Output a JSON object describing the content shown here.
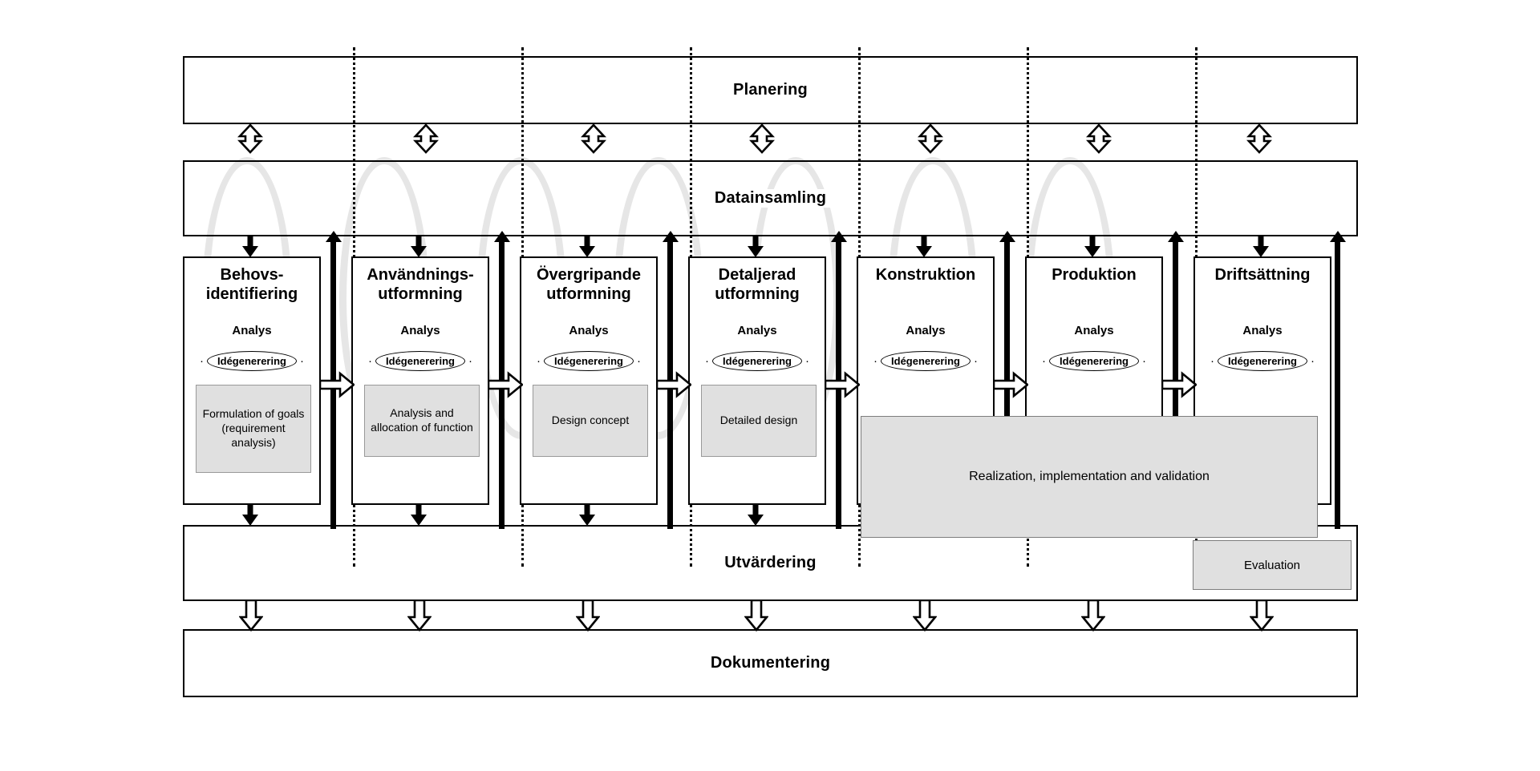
{
  "diagram": {
    "title": "Systems design process model (Swedish phases)",
    "accent_grey": "#e0e0e0",
    "arc_grey": "#e6e6e6",
    "line_color": "#000000"
  },
  "bands": [
    {
      "id": "planering",
      "label": "Planering"
    },
    {
      "id": "datainsamling",
      "label": "Datainsamling"
    },
    {
      "id": "utvardering",
      "label": "Utvärdering"
    },
    {
      "id": "dokumentering",
      "label": "Dokumentering"
    }
  ],
  "common": {
    "analys_label": "Analys",
    "idea_label": "Idégenerering",
    "left_dot": "·",
    "right_dot": "·"
  },
  "stages": [
    {
      "id": "behovsidentifiering",
      "title_line1": "Behovs-",
      "title_line2": "identifiering",
      "analys": "Analys",
      "idea": "Idégenerering",
      "output": "Formulation of goals (requirement analysis)"
    },
    {
      "id": "anvandningsutformning",
      "title_line1": "Användnings-",
      "title_line2": "utformning",
      "analys": "Analys",
      "idea": "Idégenerering",
      "output": "Analysis and allocation of function"
    },
    {
      "id": "overgripande-utformning",
      "title_line1": "Övergripande",
      "title_line2": "utformning",
      "analys": "Analys",
      "idea": "Idégenerering",
      "output": "Design concept"
    },
    {
      "id": "detaljerad-utformning",
      "title_line1": "Detaljerad",
      "title_line2": "utformning",
      "analys": "Analys",
      "idea": "Idégenerering",
      "output": "Detailed design"
    },
    {
      "id": "konstruktion",
      "title_line1": "Konstruktion",
      "title_line2": "",
      "analys": "Analys",
      "idea": "Idégenerering",
      "output": ""
    },
    {
      "id": "produktion",
      "title_line1": "Produktion",
      "title_line2": "",
      "analys": "Analys",
      "idea": "Idégenerering",
      "output": ""
    },
    {
      "id": "driftsattning",
      "title_line1": "Driftsättning",
      "title_line2": "",
      "analys": "Analys",
      "idea": "Idégenerering",
      "output": ""
    }
  ],
  "overlays": {
    "realization": "Realization, implementation and validation",
    "evaluation": "Evaluation"
  }
}
